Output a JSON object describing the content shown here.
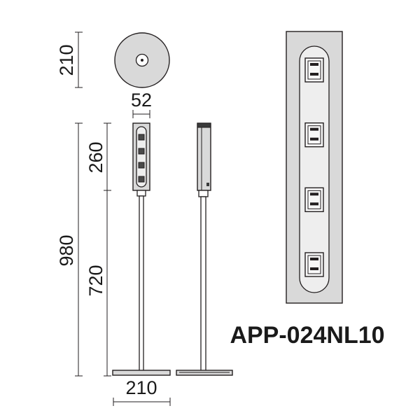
{
  "dimensions": {
    "base_diameter_top": "210",
    "head_width": "52",
    "head_height": "260",
    "pole_height": "720",
    "total_height": "980",
    "base_diameter_front": "210"
  },
  "model": {
    "name": "APP-024NL10"
  },
  "outlets": {
    "count": 4
  }
}
